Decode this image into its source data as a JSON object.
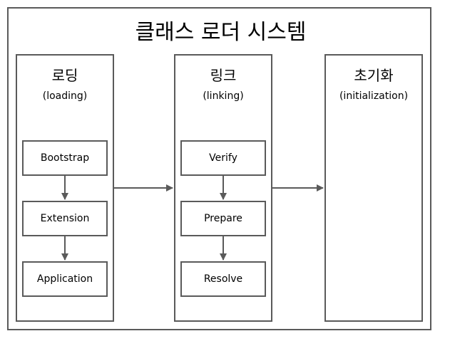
{
  "diagram": {
    "title": "클래스 로더 시스템",
    "phases": [
      {
        "title": "로딩",
        "subtitle": "(loading)",
        "steps": [
          "Bootstrap",
          "Extension",
          "Application"
        ]
      },
      {
        "title": "링크",
        "subtitle": "(linking)",
        "steps": [
          "Verify",
          "Prepare",
          "Resolve"
        ]
      },
      {
        "title": "초기화",
        "subtitle": "(initialization)",
        "steps": []
      }
    ],
    "colors": {
      "stroke": "#5a5a5a",
      "background": "#ffffff",
      "text": "#000000"
    }
  }
}
